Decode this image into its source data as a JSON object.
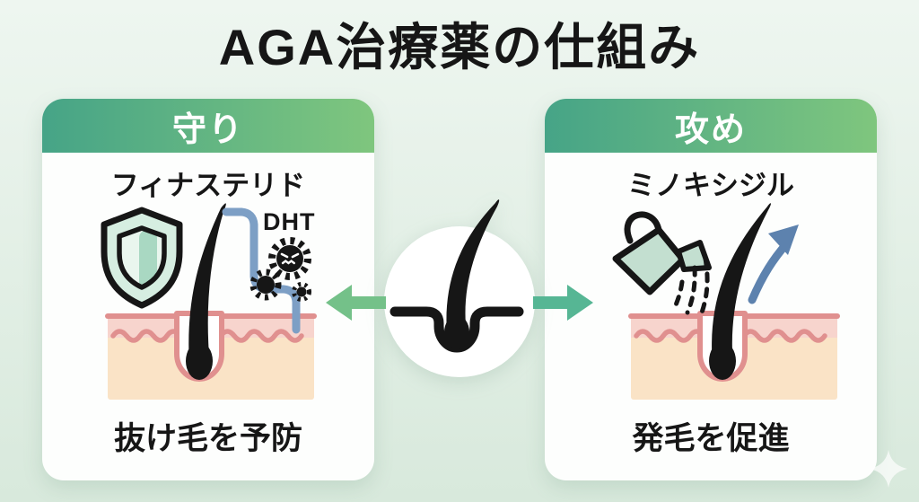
{
  "title": "AGA治療薬の仕組み",
  "panels": {
    "left": {
      "header": "守り",
      "drug": "フィナステリド",
      "dht_label": "DHT",
      "caption": "抜け毛を予防",
      "icons": [
        "shield-icon",
        "hair-follicle-illustration",
        "dht-block-line",
        "dht-molecules-icon"
      ]
    },
    "right": {
      "header": "攻め",
      "drug": "ミノキシジル",
      "caption": "発毛を促進",
      "icons": [
        "watering-can-icon",
        "hair-follicle-illustration",
        "growth-arrow-icon"
      ]
    }
  },
  "center": {
    "icon": "hair-follicle-icon",
    "arrows": [
      "arrow-left-icon",
      "arrow-right-icon"
    ]
  },
  "decorations": {
    "bottom_right": "sparkle-icon"
  },
  "colors": {
    "bg_top": "#eef6f0",
    "bg_bottom": "#d8e9dc",
    "card_bg": "#fdfefd",
    "header_gradient_start": "#46a487",
    "header_gradient_end": "#7fc67e",
    "header_text": "#ffffff",
    "ink": "#161616",
    "arrow_left_green": "#74c189",
    "arrow_right_green": "#56b694",
    "shield_ring_mint": "#d6eee1",
    "shield_inner_light": "#e9f6ee",
    "shield_band_mint": "#a9d8c2",
    "skin_peach": "#fae3c6",
    "skin_pink": "#f7d4cd",
    "skin_line": "#e0908f",
    "barrier_blue": "#7d9fc5",
    "growth_arrow_blue": "#5d82ae",
    "can_mint": "#c3dfd0",
    "sparkle": "#ffffff"
  }
}
